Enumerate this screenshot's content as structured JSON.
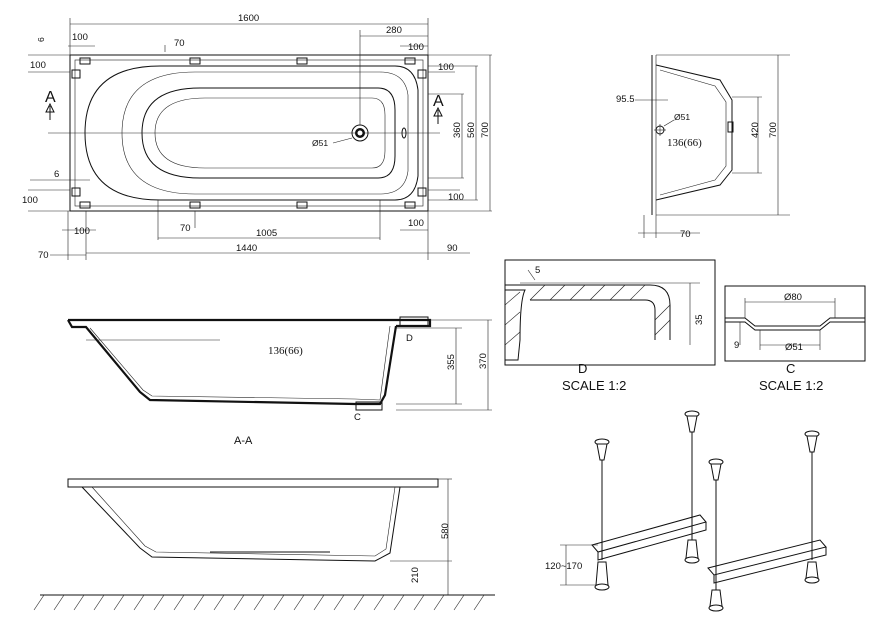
{
  "top_view": {
    "dim_1600": "1600",
    "dim_280": "280",
    "dim_100_tl": "100",
    "dim_70_top": "70",
    "dim_100_tr": "100",
    "dim_6_top": "6",
    "dim_100_left_top": "100",
    "dim_100_right_top": "100",
    "dim_560": "560",
    "dim_360": "360",
    "dim_700": "700",
    "dim_6_left": "6",
    "dim_100_left_bot": "100",
    "dim_100_right_bot": "100",
    "dim_70_bot": "70",
    "dim_1005": "1005",
    "dim_100_bl": "100",
    "dim_100_br": "100",
    "dim_70_far": "70",
    "dim_1440": "1440",
    "dim_90": "90",
    "drain": "Ø51",
    "section_a_left": "A",
    "section_a_right": "A"
  },
  "end_view": {
    "dim_95_5": "95.5",
    "drain": "Ø51",
    "depth_note": "136(66)",
    "dim_420": "420",
    "dim_700": "700",
    "dim_70": "70"
  },
  "section_view": {
    "depth_note": "136(66)",
    "dim_355": "355",
    "dim_370": "370",
    "marker_d": "D",
    "marker_c": "C",
    "title": "A-A"
  },
  "side_view": {
    "dim_580": "580",
    "dim_210": "210"
  },
  "detail_d": {
    "dim_5": "5",
    "dim_35": "35",
    "label": "D",
    "scale": "SCALE 1:2"
  },
  "detail_c": {
    "dim_80": "Ø80",
    "dim_51": "Ø51",
    "dim_9": "9",
    "label": "C",
    "scale": "SCALE 1:2"
  },
  "legs": {
    "dim_range": "120~170"
  }
}
